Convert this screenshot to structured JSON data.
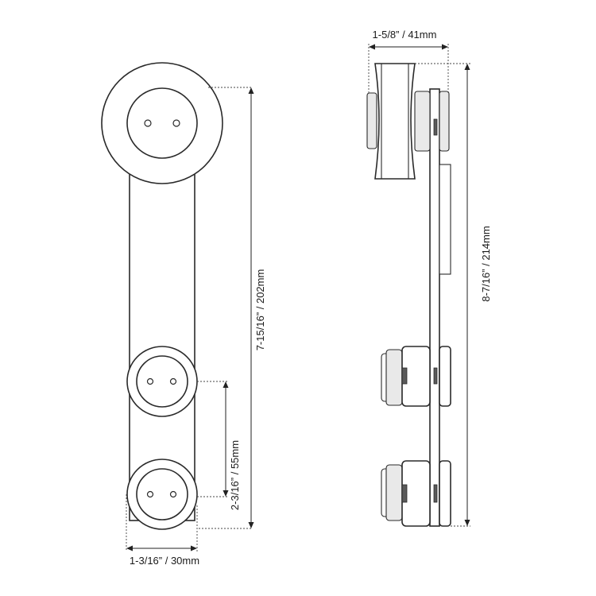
{
  "dimensions": {
    "overall_height_front": "7-15/16” / 202mm",
    "wheel_spacing": "2-3/16” / 55mm",
    "strap_width": "1-3/16” / 30mm",
    "wheel_depth": "1-5/8” / 41mm",
    "overall_height_side": "8-7/16” / 214mm"
  }
}
